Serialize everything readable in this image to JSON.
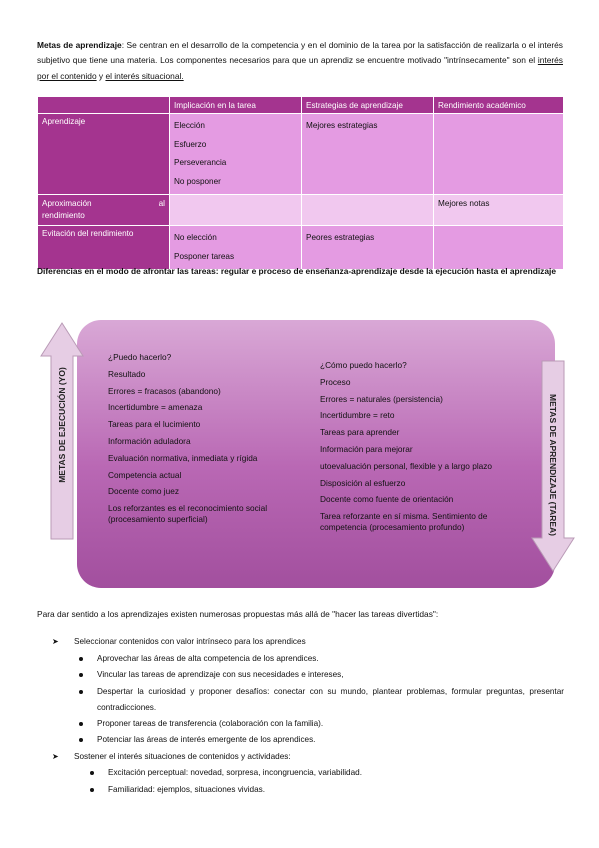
{
  "intro": {
    "lead": "Metas de aprendizaje",
    "text1": ": Se centran en el desarrollo de la competencia y en el dominio de la tarea por la satisfacción de realizarla o el interés subjetivo que tiene una materia. Los componentes necesarios para que un aprendiz se encuentre motivado \"intrínsecamente\" son el ",
    "link1": "interés por el contenido",
    "text2": " y ",
    "link2": "el interés situacional."
  },
  "table": {
    "headers": [
      "",
      "Implicación en la tarea",
      "Estrategias de aprendizaje",
      "Rendimiento académico"
    ],
    "rows": [
      {
        "label": "Aprendizaje",
        "implicacion": [
          "Elección",
          "Esfuerzo",
          "Perseverancia",
          "No posponer"
        ],
        "estrategias": [
          "Mejores estrategias"
        ],
        "rendimiento": []
      },
      {
        "label_a": "Aproximación",
        "label_b": "al",
        "label_c": "rendimiento",
        "implicacion": [],
        "estrategias": [],
        "rendimiento": [
          "Mejores notas"
        ]
      },
      {
        "label": "Evitación del rendimiento",
        "implicacion": [
          "No elección",
          "Posponer tareas"
        ],
        "estrategias": [
          "Peores estrategias"
        ],
        "rendimiento": []
      }
    ]
  },
  "subheading": "Diferencias en el modo de afrontar las tareas: regular e proceso de enseñanza-aprendizaje desde la ejecución hasta el aprendizaje",
  "diagram": {
    "left_arrow_label": "METAS DE EJECUCIÓN (YO)",
    "right_arrow_label": "METAS DE APRENDIZAJE (TAREA)",
    "left_items": [
      "¿Puedo hacerlo?",
      "Resultado",
      "Errores = fracasos (abandono)",
      "Incertidumbre = amenaza",
      "Tareas para el lucimiento",
      "Información aduladora",
      "Evaluación normativa, inmediata y rígida",
      "Competencia actual",
      "Docente como juez"
    ],
    "left_last": "Los reforzantes es el reconocimiento social (procesamiento superficial)",
    "right_items": [
      "¿Cómo puedo hacerlo?",
      "Proceso",
      "Errores = naturales (persistencia)",
      "Incertidumbre = reto",
      "Tareas para aprender",
      "Información para mejorar",
      "utoevaluación personal, flexible y a largo plazo",
      "Disposición al esfuerzo",
      "Docente como fuente de orientación"
    ],
    "right_last": "Tarea reforzante en sí misma. Sentimiento de competencia (procesamiento profundo)"
  },
  "paragraph": "Para dar sentido a los aprendizajes existen numerosas propuestas más allá de \"hacer las tareas divertidas\":",
  "list": {
    "group1": {
      "title": "Seleccionar contenidos con valor intrínseco para los aprendices",
      "items": [
        "Aprovechar las áreas de alta competencia de los aprendices.",
        "Vincular las tareas de aprendizaje con sus necesidades e intereses,",
        "Despertar la curiosidad y proponer desafíos: conectar con su mundo, plantear problemas, formular preguntas, presentar contradicciones.",
        "Proponer tareas de transferencia (colaboración con la familia).",
        "Potenciar las áreas de interés emergente de los aprendices."
      ]
    },
    "group2": {
      "title": "Sostener el interés situaciones de contenidos y actividades:",
      "items": [
        "Excitación perceptual: novedad, sorpresa, incongruencia, variabilidad.",
        "Familiaridad: ejemplos, situaciones vividas."
      ]
    }
  },
  "colors": {
    "header": "#a4348f",
    "cell_dark": "#e49be2",
    "cell_light": "#f1c8ef",
    "arrow": "#e6cde4"
  }
}
